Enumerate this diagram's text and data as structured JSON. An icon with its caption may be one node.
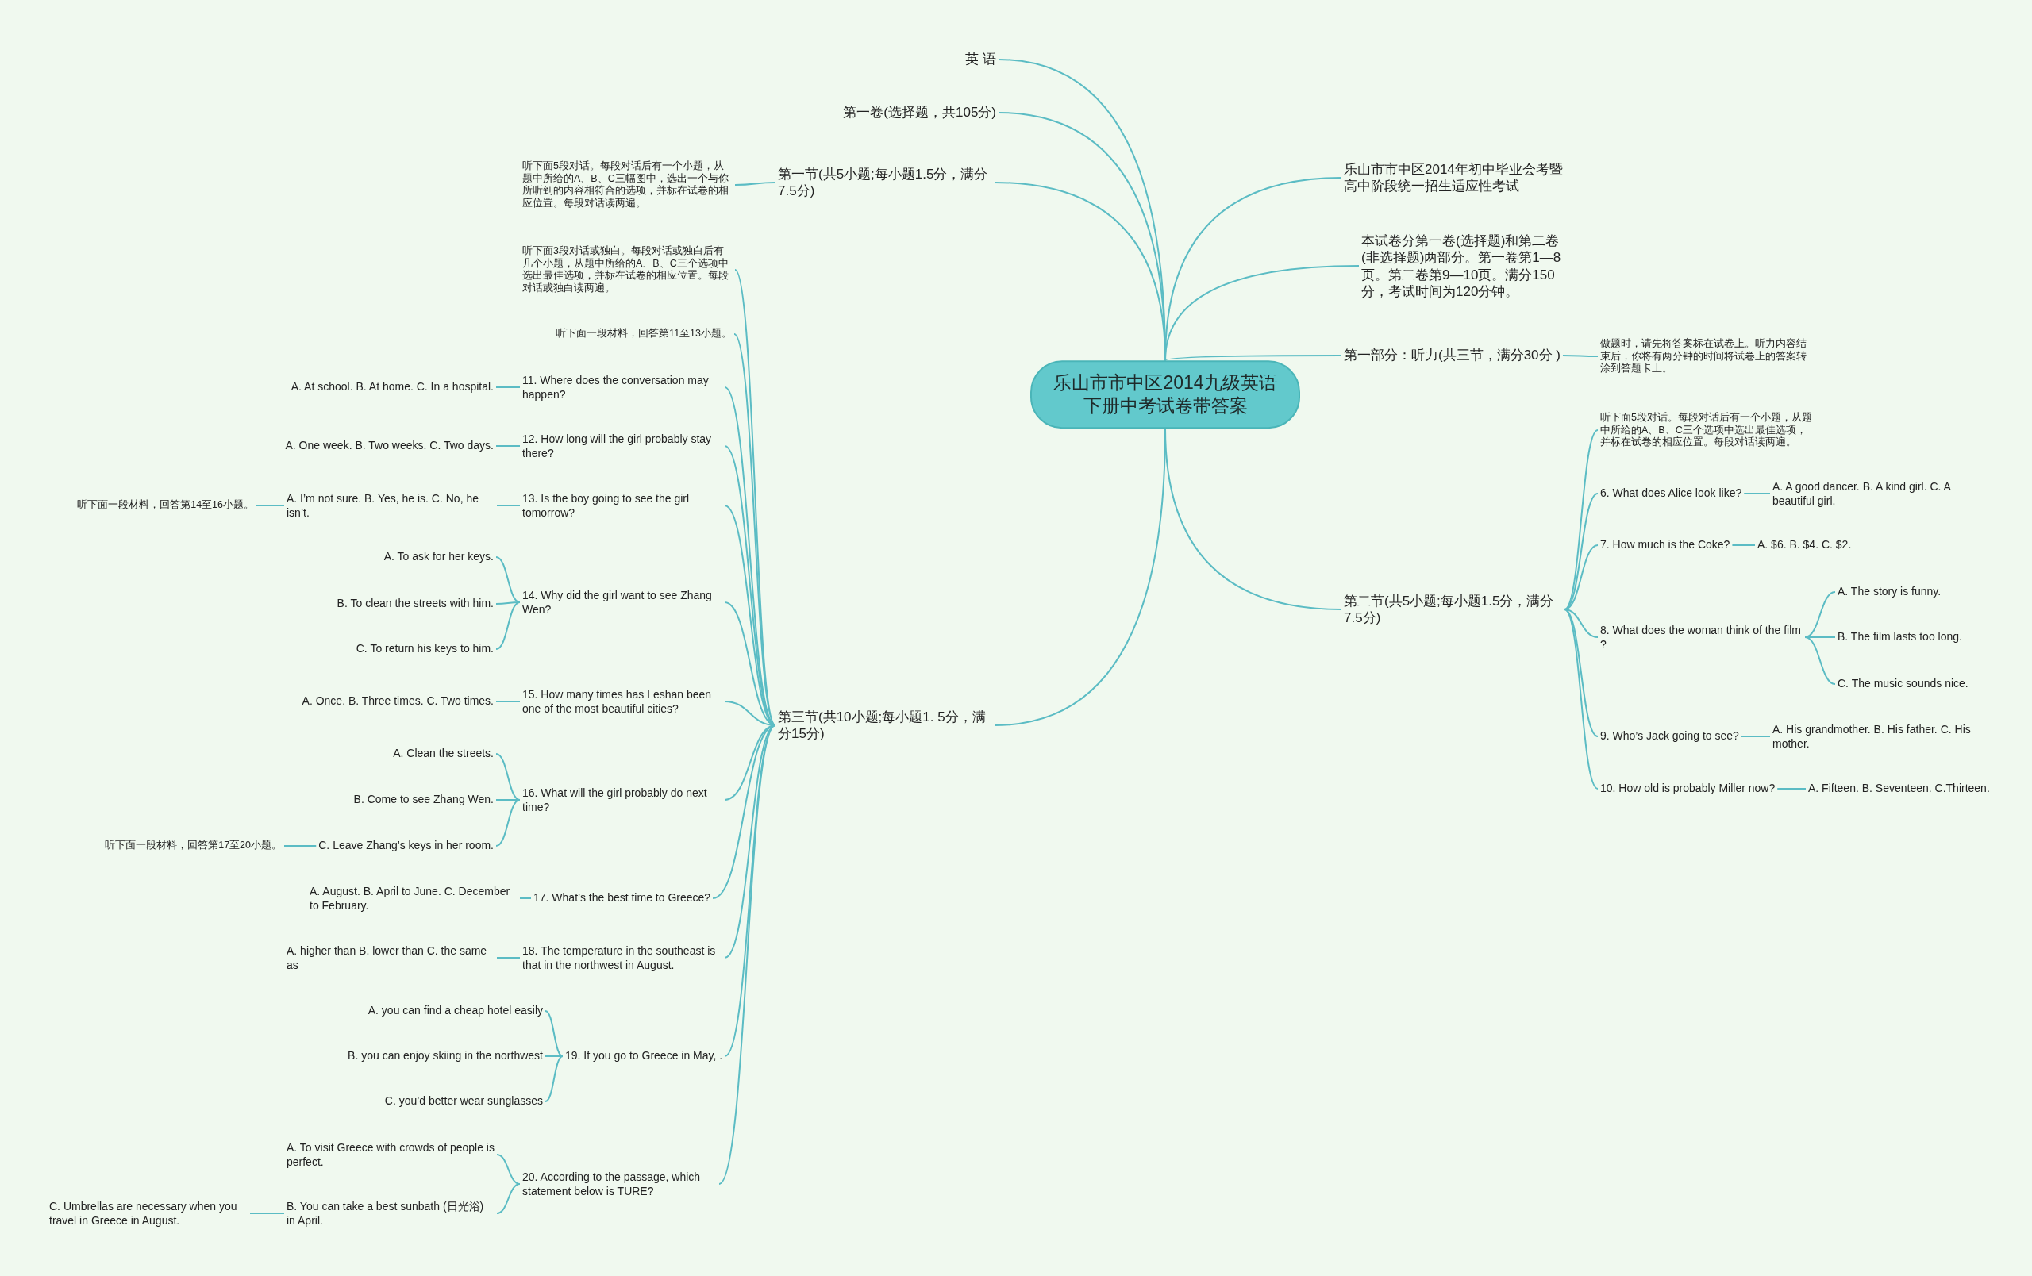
{
  "diagram": {
    "nodes": [
      {
        "text": [
          "乐山市市中区2014九级英语下册中考试卷带答案"
        ]
      },
      {
        "text": [
          "英 语"
        ]
      },
      {
        "text": [
          "第一卷(选择题，共105分)"
        ]
      },
      {
        "text": [
          "第一节(共5小题;每小题1.5分，满分7.5分)"
        ]
      },
      {
        "text": [
          "听下面5段对话。每段对话后有一个小题，从题中所给的A、B、C三幅图中，选出一个与你所听到的内容相符合的选项，并标在试卷的相应位置。每段对话读两遍。"
        ]
      },
      {
        "text": [
          "第三节(共10小题;每小题1. 5分，满分15分)"
        ]
      },
      {
        "text": [
          "听下面3段对话或独白。每段对话或独白后有几个小题，从题中所给的A、B、C三个选项中选出最佳选项，并标在试卷的相应位置。每段对话或独白读两遍。"
        ]
      },
      {
        "text": [
          "听下面一段材料，回答第11至13小题。"
        ]
      },
      {
        "text": [
          "11. Where does the conversation may happen?"
        ]
      },
      {
        "text": [
          "A. At school. B. At home. C. In a hospital."
        ]
      },
      {
        "text": [
          "12. How long will the girl probably stay there?"
        ]
      },
      {
        "text": [
          "A. One week. B. Two weeks. C. Two days."
        ]
      },
      {
        "text": [
          "13. Is the boy going to see the girl tomorrow?"
        ]
      },
      {
        "text": [
          "A. I’m not sure. B. Yes, he is. C. No, he isn’t."
        ]
      },
      {
        "text": [
          "听下面一段材料，回答第14至16小题。"
        ]
      },
      {
        "text": [
          "14. Why did the girl want to see Zhang Wen?"
        ]
      },
      {
        "text": [
          "A. To ask for her keys."
        ]
      },
      {
        "text": [
          "B. To clean the streets with him."
        ]
      },
      {
        "text": [
          "C. To return his keys to him."
        ]
      },
      {
        "text": [
          "15. How many times has Leshan been one of the most beautiful cities?"
        ]
      },
      {
        "text": [
          "A. Once. B. Three times. C. Two times."
        ]
      },
      {
        "text": [
          "16. What will the girl probably do next time?"
        ]
      },
      {
        "text": [
          "A. Clean the streets."
        ]
      },
      {
        "text": [
          "B. Come to see Zhang Wen."
        ]
      },
      {
        "text": [
          "C. Leave Zhang’s keys in her room."
        ]
      },
      {
        "text": [
          "听下面一段材料，回答第17至20小题。"
        ]
      },
      {
        "text": [
          "17. What’s the best time to Greece?"
        ]
      },
      {
        "text": [
          "A. August. B. April to June. C. December to February."
        ]
      },
      {
        "text": [
          "18. The temperature in the southeast is that in the northwest in August."
        ]
      },
      {
        "text": [
          "A. higher than B. lower than C. the same as"
        ]
      },
      {
        "text": [
          "19. If you go to Greece in May, ."
        ]
      },
      {
        "text": [
          "A. you can find a cheap hotel easily"
        ]
      },
      {
        "text": [
          "B. you can enjoy skiing in the northwest"
        ]
      },
      {
        "text": [
          "C. you’d better wear sunglasses"
        ]
      },
      {
        "text": [
          "20. According to the passage, which statement below is TURE?"
        ]
      },
      {
        "text": [
          "A. To visit Greece with crowds of people is perfect."
        ]
      },
      {
        "text": [
          "B. You can take a best sunbath (日光浴) in April."
        ]
      },
      {
        "text": [
          "C. Umbrellas are necessary when you travel in Greece in August."
        ]
      },
      {
        "text": [
          "乐山市市中区2014年初中毕业会考暨高中阶段统一招生适应性考试"
        ]
      },
      {
        "text": [
          "本试卷分第一卷(选择题)和第二卷(非选择题)两部分。第一卷第1—8页。第二卷第9—10页。满分150分，考试时间为120分钟。"
        ]
      },
      {
        "text": [
          "第一部分：听力(共三节，满分30分 )"
        ]
      },
      {
        "text": [
          "做题时，请先将答案标在试卷上。听力内容结束后，你将有两分钟的时间将试卷上的答案转涂到答题卡上。"
        ]
      },
      {
        "text": [
          "第二节(共5小题;每小题1.5分，满分7.5分)"
        ]
      },
      {
        "text": [
          "听下面5段对话。每段对话后有一个小题，从题中所给的A、B、C三个选项中选出最佳选项，并标在试卷的相应位置。每段对话读两遍。"
        ]
      },
      {
        "text": [
          "6. What does Alice look like?"
        ]
      },
      {
        "text": [
          "A. A good dancer. B. A kind girl. C. A beautiful girl."
        ]
      },
      {
        "text": [
          "7. How much is the Coke?"
        ]
      },
      {
        "text": [
          "A. $6. B. $4. C. $2."
        ]
      },
      {
        "text": [
          "8. What does the woman think of the film ?"
        ]
      },
      {
        "text": [
          "A. The story is funny."
        ]
      },
      {
        "text": [
          "B. The film lasts too long."
        ]
      },
      {
        "text": [
          "C. The music sounds nice."
        ]
      },
      {
        "text": [
          "9. Who’s Jack going to see?"
        ]
      },
      {
        "text": [
          "A. His grandmother. B. His father. C. His mother."
        ]
      },
      {
        "text": [
          "10. How old is probably Miller now?"
        ]
      },
      {
        "text": [
          "A. Fifteen. B. Seventeen. C.Thirteen."
        ]
      }
    ],
    "edges": [
      {
        "from": 0,
        "to": 1,
        "arrow": "none"
      },
      {
        "from": 0,
        "to": 2,
        "arrow": "none"
      },
      {
        "from": 0,
        "to": 3,
        "arrow": "none"
      },
      {
        "from": 0,
        "to": 5,
        "arrow": "none"
      },
      {
        "from": 0,
        "to": 38,
        "arrow": "none"
      },
      {
        "from": 0,
        "to": 39,
        "arrow": "none"
      },
      {
        "from": 0,
        "to": 40,
        "arrow": "none"
      },
      {
        "from": 0,
        "to": 42,
        "arrow": "none"
      },
      {
        "from": 3,
        "to": 4,
        "arrow": "none"
      },
      {
        "from": 5,
        "to": 6,
        "arrow": "none"
      },
      {
        "from": 5,
        "to": 7,
        "arrow": "none"
      },
      {
        "from": 5,
        "to": 8,
        "arrow": "none"
      },
      {
        "from": 5,
        "to": 10,
        "arrow": "none"
      },
      {
        "from": 5,
        "to": 12,
        "arrow": "none"
      },
      {
        "from": 5,
        "to": 15,
        "arrow": "none"
      },
      {
        "from": 5,
        "to": 19,
        "arrow": "none"
      },
      {
        "from": 5,
        "to": 21,
        "arrow": "none"
      },
      {
        "from": 5,
        "to": 26,
        "arrow": "none"
      },
      {
        "from": 5,
        "to": 28,
        "arrow": "none"
      },
      {
        "from": 5,
        "to": 30,
        "arrow": "none"
      },
      {
        "from": 5,
        "to": 34,
        "arrow": "none"
      },
      {
        "from": 8,
        "to": 9,
        "arrow": "none"
      },
      {
        "from": 10,
        "to": 11,
        "arrow": "none"
      },
      {
        "from": 12,
        "to": 13,
        "arrow": "none"
      },
      {
        "from": 13,
        "to": 14,
        "arrow": "none"
      },
      {
        "from": 15,
        "to": 16,
        "arrow": "none"
      },
      {
        "from": 15,
        "to": 17,
        "arrow": "none"
      },
      {
        "from": 15,
        "to": 18,
        "arrow": "none"
      },
      {
        "from": 19,
        "to": 20,
        "arrow": "none"
      },
      {
        "from": 21,
        "to": 22,
        "arrow": "none"
      },
      {
        "from": 21,
        "to": 23,
        "arrow": "none"
      },
      {
        "from": 21,
        "to": 24,
        "arrow": "none"
      },
      {
        "from": 24,
        "to": 25,
        "arrow": "none"
      },
      {
        "from": 26,
        "to": 27,
        "arrow": "none"
      },
      {
        "from": 28,
        "to": 29,
        "arrow": "none"
      },
      {
        "from": 30,
        "to": 31,
        "arrow": "none"
      },
      {
        "from": 30,
        "to": 32,
        "arrow": "none"
      },
      {
        "from": 30,
        "to": 33,
        "arrow": "none"
      },
      {
        "from": 34,
        "to": 35,
        "arrow": "none"
      },
      {
        "from": 34,
        "to": 36,
        "arrow": "none"
      },
      {
        "from": 36,
        "to": 37,
        "arrow": "none"
      },
      {
        "from": 40,
        "to": 41,
        "arrow": "none"
      },
      {
        "from": 42,
        "to": 43,
        "arrow": "none"
      },
      {
        "from": 42,
        "to": 44,
        "arrow": "none"
      },
      {
        "from": 42,
        "to": 46,
        "arrow": "none"
      },
      {
        "from": 42,
        "to": 48,
        "arrow": "none"
      },
      {
        "from": 42,
        "to": 52,
        "arrow": "none"
      },
      {
        "from": 42,
        "to": 54,
        "arrow": "none"
      },
      {
        "from": 44,
        "to": 45,
        "arrow": "none"
      },
      {
        "from": 46,
        "to": 47,
        "arrow": "none"
      },
      {
        "from": 48,
        "to": 49,
        "arrow": "none"
      },
      {
        "from": 48,
        "to": 50,
        "arrow": "none"
      },
      {
        "from": 48,
        "to": 51,
        "arrow": "none"
      },
      {
        "from": 52,
        "to": 53,
        "arrow": "none"
      },
      {
        "from": 54,
        "to": 55,
        "arrow": "none"
      }
    ]
  }
}
